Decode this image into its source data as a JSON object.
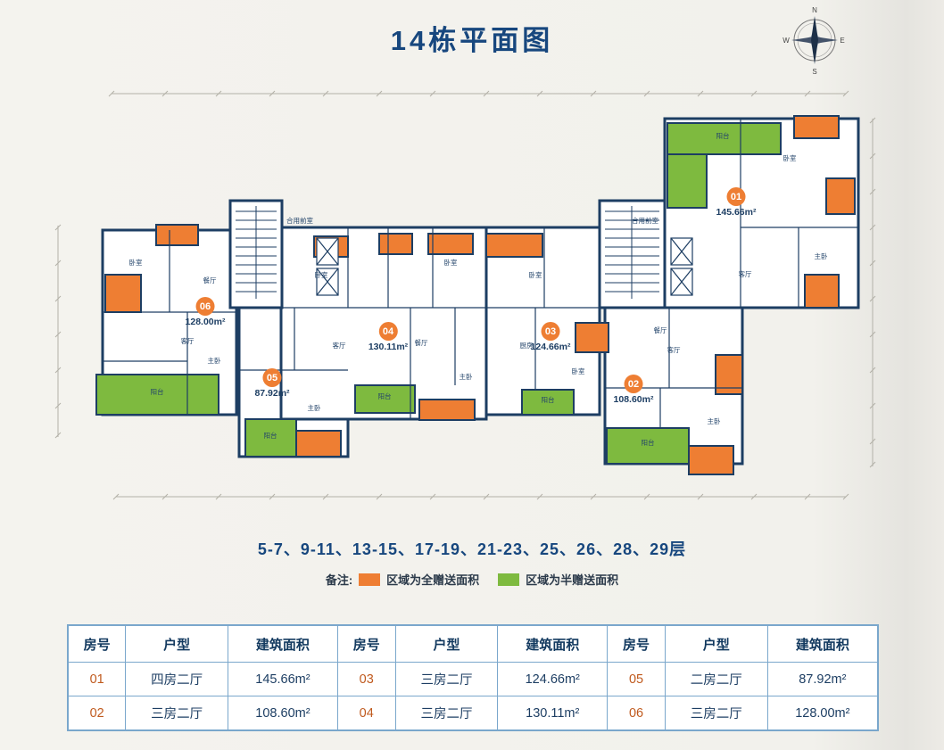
{
  "page": {
    "title": "14栋平面图"
  },
  "compass": {
    "n": "N",
    "e": "E",
    "s": "S",
    "w": "W"
  },
  "plan": {
    "units": [
      {
        "no": "01",
        "area": "145.66m²"
      },
      {
        "no": "02",
        "area": "108.60m²"
      },
      {
        "no": "03",
        "area": "124.66m²"
      },
      {
        "no": "04",
        "area": "130.11m²"
      },
      {
        "no": "05",
        "area": "87.92m²"
      },
      {
        "no": "06",
        "area": "128.00m²"
      }
    ],
    "room_labels": {
      "balcony": "阳台",
      "living": "客厅",
      "dining": "餐厅",
      "master": "主卧",
      "bedroom": "卧室",
      "kitchen": "厨房",
      "vestibule": "合用前室"
    }
  },
  "floors_note": "5-7、9-11、13-15、17-19、21-23、25、26、28、29层",
  "legend": {
    "label": "备注:",
    "full_gift": "区域为全赠送面积",
    "full_gift_color": "#ee7e33",
    "half_gift": "区域为半赠送面积",
    "half_gift_color": "#7eba3f"
  },
  "colors": {
    "title_blue": "#17477e",
    "wall_navy": "#1d3e63",
    "accent_orange": "#ee7e33",
    "accent_green": "#7eba3f",
    "table_border_blue": "#7aa7cc"
  },
  "table": {
    "headers": [
      "房号",
      "户型",
      "建筑面积"
    ],
    "rows": [
      [
        "01",
        "四房二厅",
        "145.66m²",
        "03",
        "三房二厅",
        "124.66m²",
        "05",
        "二房二厅",
        "87.92m²"
      ],
      [
        "02",
        "三房二厅",
        "108.60m²",
        "04",
        "三房二厅",
        "130.11m²",
        "06",
        "三房二厅",
        "128.00m²"
      ]
    ]
  }
}
